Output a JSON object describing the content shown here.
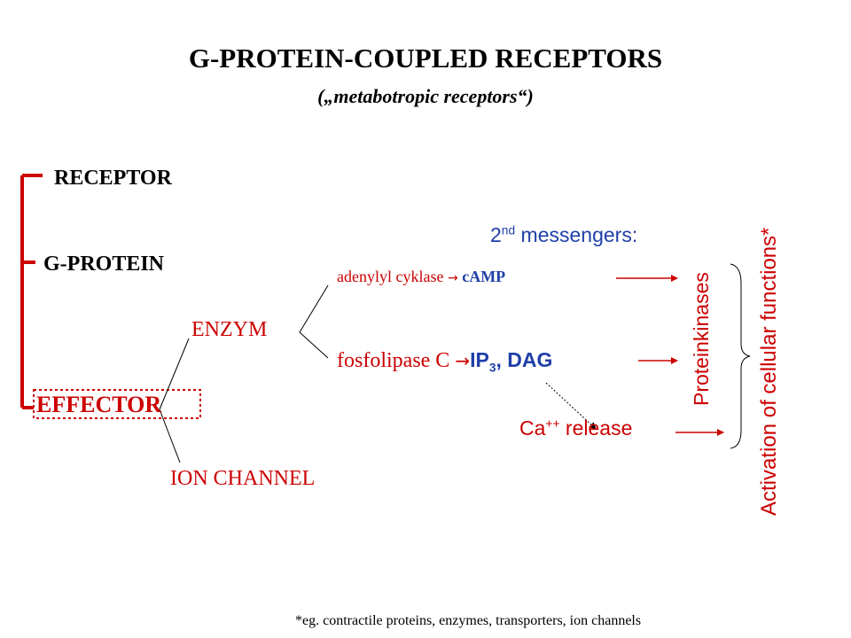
{
  "title": "G-PROTEIN-COUPLED RECEPTORS",
  "subtitle": "(„metabotropic receptors“)",
  "hierarchy": {
    "receptor": "RECEPTOR",
    "gprotein": "G-PROTEIN",
    "effector": "EFFECTOR"
  },
  "branches": {
    "enzym": "ENZYM",
    "ion_channel": "ION CHANNEL"
  },
  "second_messengers": {
    "base": "2",
    "sup": "nd",
    "label": " messengers:"
  },
  "pathways": {
    "adenylyl": {
      "enzyme": "adenylyl cyklase",
      "arrow": "→",
      "product": "cAMP"
    },
    "fosfolipase": {
      "enzyme": "fosfolipase C",
      "arrow": "→",
      "product_a": "IP",
      "product_sub": "3",
      "product_b": ", DAG"
    },
    "calcium": {
      "ion": "Ca",
      "ion_sup": "++",
      "label": " release"
    }
  },
  "vertical_labels": {
    "proteinkinases": "Proteinkinases",
    "activation": "Activation of cellular functions*"
  },
  "footnote": "*eg. contractile proteins, enzymes,  transporters, ion channels",
  "colors": {
    "accent_red": "#cc0000",
    "blue": "#1f3fa8",
    "text": "#000000"
  }
}
